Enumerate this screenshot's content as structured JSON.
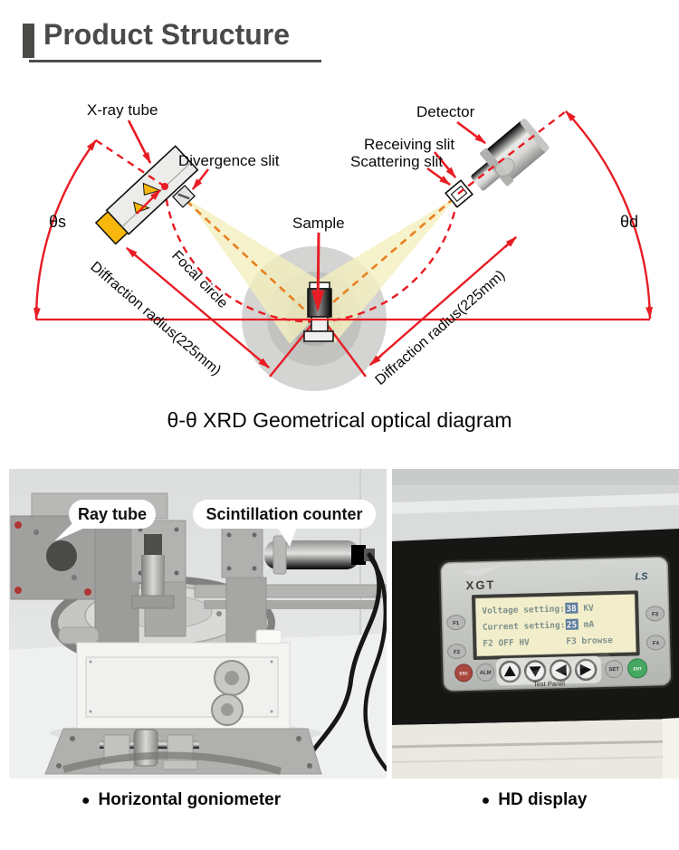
{
  "header": {
    "title": "Product Structure"
  },
  "diagram": {
    "labels": {
      "xray_tube": "X-ray tube",
      "divergence_slit": "Divergence slit",
      "detector": "Detector",
      "receiving_slit": "Receiving slit",
      "scattering_slit": "Scattering slit",
      "sample": "Sample",
      "focal_circle": "Focal circle",
      "diffraction_radius_left": "Diffraction radius(225mm)",
      "diffraction_radius_right": "Diffraction radius(225mm)",
      "theta_source": "θs",
      "theta_detector": "θd"
    },
    "caption": "θ-θ XRD Geometrical optical diagram",
    "colors": {
      "line_red": "#e81c24",
      "beam_center_orange": "#e8801e",
      "beam_yellow": "#f4f0bf",
      "anode_yellow": "#f7b70c"
    }
  },
  "photos": {
    "bullet": "●",
    "goniometer": {
      "labels": {
        "ray_tube": "Ray tube",
        "scintillation_counter": "Scintillation counter"
      },
      "caption": "Horizontal goniometer"
    },
    "display": {
      "brand": "XGT",
      "logo": "LS",
      "screen": {
        "voltage_label": "Voltage setting:",
        "voltage_value": "38",
        "voltage_unit": "KV",
        "current_label": "Current setting:",
        "current_value": "25",
        "current_unit": "mA",
        "softkey_left": "F2 OFF HV",
        "softkey_right": "F3 browse"
      },
      "buttons": {
        "f1": "F1",
        "f2": "F2",
        "f3": "F3",
        "f4": "F4",
        "esc": "ESC",
        "alm": "ALM",
        "set": "SET",
        "ent": "ENT"
      },
      "panel_label": "Test Panel",
      "colors": {
        "lcd_bg": "#f2eecb",
        "lcd_text": "#7e908b",
        "value_box": "#5d7d99",
        "esc_red": "#a84840",
        "ent_green": "#46a860"
      },
      "caption": "HD display"
    }
  }
}
